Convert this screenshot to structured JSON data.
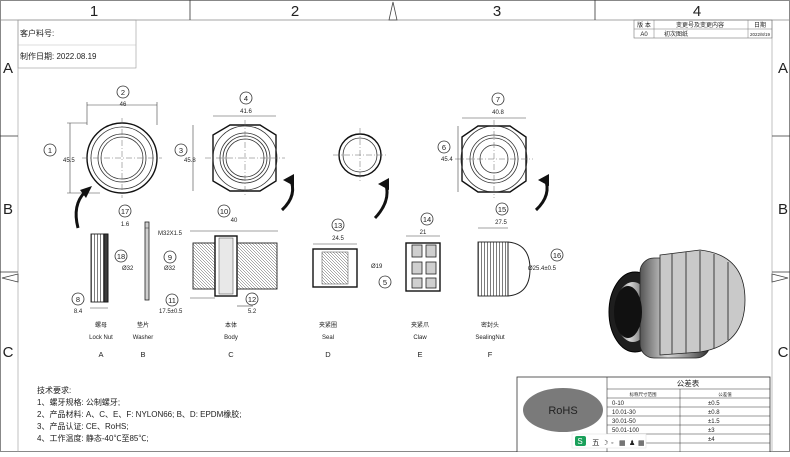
{
  "zones": {
    "cols": [
      "1",
      "2",
      "3",
      "4"
    ],
    "rows": [
      "A",
      "B",
      "C"
    ]
  },
  "header": {
    "customer_label": "客户料号:",
    "date_label": "制作日期: 2022.08.19"
  },
  "revision": {
    "headers": [
      "版 本",
      "变更号及变更内容",
      "日期"
    ],
    "row": [
      "A0",
      "初次图纸",
      "2022/8/19"
    ]
  },
  "parts": {
    "A": {
      "cn": "螺母",
      "en": "Lock Nut",
      "letter": "A"
    },
    "B": {
      "cn": "垫片",
      "en": "Washer",
      "letter": "B"
    },
    "C": {
      "cn": "本体",
      "en": "Body",
      "letter": "C"
    },
    "D": {
      "cn": "夹紧圈",
      "en": "Seal",
      "letter": "D"
    },
    "E": {
      "cn": "夹紧爪",
      "en": "Claw",
      "letter": "E"
    },
    "F": {
      "cn": "密封头",
      "en": "SealingNut",
      "letter": "F"
    }
  },
  "dims": {
    "d1": "45.5",
    "d2": "46",
    "d3": "45.8",
    "d4": "41.6",
    "d6": "45.4",
    "d7": "40.8",
    "d8": "8.4",
    "d9": "Ø32",
    "d10": "40",
    "d11": "17.5±0.5",
    "d12": "5.2",
    "d13": "24.5",
    "d14": "21",
    "d15": "27.5",
    "d16": "Ø25.4±0.5",
    "d17": "1.6",
    "d18": "Ø32",
    "d19": "Ø19",
    "thread": "M32X1.5",
    "d32b": "Ø32"
  },
  "balloons": [
    "1",
    "2",
    "3",
    "4",
    "5",
    "6",
    "7",
    "8",
    "9",
    "10",
    "11",
    "12",
    "13",
    "14",
    "15",
    "16",
    "17",
    "18"
  ],
  "notes": {
    "title": "技术要求:",
    "lines": [
      "1、螺牙规格: 公制螺牙;",
      "2、产品材料: A、C、E、F: NYLON66; B、D: EPDM橡胶;",
      "3、产品认证: CE、RoHS;",
      "4、工作温度: 静态-40℃至85℃;"
    ]
  },
  "tolerance": {
    "title": "公差表",
    "headers": [
      "标称尺寸范围",
      "公差值"
    ],
    "rows": [
      [
        "0-10",
        "±0.5"
      ],
      [
        "10.01-30",
        "±0.8"
      ],
      [
        "30.01-50",
        "±1.5"
      ],
      [
        "50.01-100",
        "±3"
      ],
      [
        "",
        "±4"
      ]
    ]
  },
  "rohs": "RoHS",
  "ime": {
    "logo": "S",
    "text": "五"
  },
  "colors": {
    "rohs_fill": "#7a7a7a",
    "ime_green": "#1aa05a"
  }
}
